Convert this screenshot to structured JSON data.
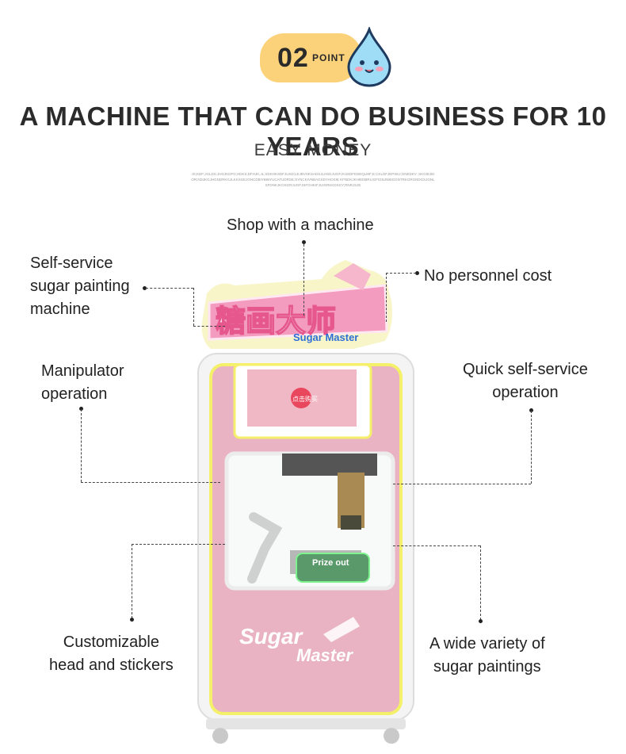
{
  "badge": {
    "number": "02",
    "word": "POINT",
    "mascot_icon": "water-drop-icon"
  },
  "headline": "A MACHINE THAT CAN DO BUSINESS FOR 10 YEARS",
  "subheadline": "EASY MONEY",
  "fine_print": "JS;KDF;JGLDS;JHGJKDFG;HDKS;DFHJK;JL;SDKHKSDFJUSD;LEJBVHKSADSJLHSDJUGFJHJSDFDSEQLMF;E;CKLDFJEPSEJ;GNEDKV ;SKGIEJEIOR;NDJKGJHGNDRKGJLKKSGEJGNCDBIYBIBYUCATUDRSE;SYNCKIVNBAGSDYHOSIE KFNDKJKHIEDBRU;EFIGNJNBIGGNTRKGRGNDGSJGNLSFDNKJKOSGRJUGFJSFGHKIFJUIGRKKDSGY;RNRJSJE",
  "callouts": {
    "shop": "Shop with a machine",
    "self_service_lines": [
      "Self-service",
      "sugar painting",
      "machine"
    ],
    "no_personnel": "No personnel cost",
    "manipulator_lines": [
      "Manipulator",
      "operation"
    ],
    "quick_lines": [
      "Quick self-service",
      "operation"
    ],
    "customizable_lines": [
      "Customizable",
      "head and stickers"
    ],
    "variety_lines": [
      "A wide variety of",
      "sugar paintings"
    ]
  },
  "machine": {
    "sign_text": "糖画大师",
    "sign_subtitle": "Sugar Master",
    "screen_badge": "点击购买",
    "prize_label": "Prize out",
    "body_logo_line1": "Sugar",
    "body_logo_line2": "Master"
  },
  "colors": {
    "badge": "#fbd27a",
    "machine_pink": "#eab4c4",
    "machine_trim": "#f4f06a",
    "sign_pink": "#f39cc0"
  }
}
